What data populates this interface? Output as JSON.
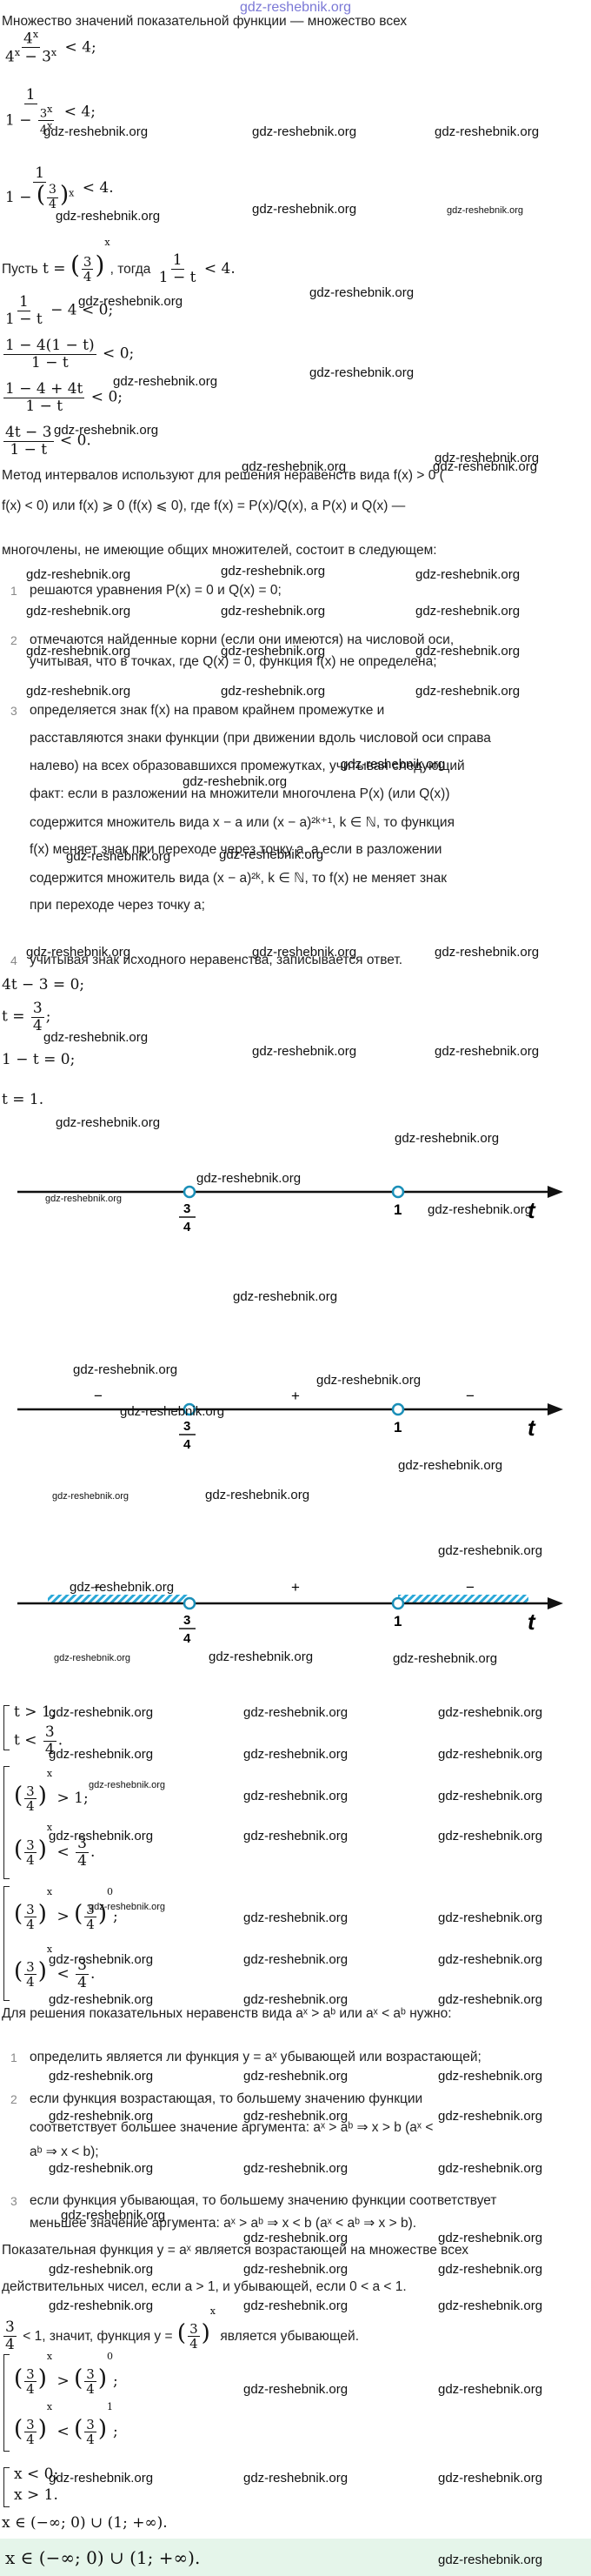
{
  "watermark": "gdz-reshebnik.org",
  "intro": "Множество значений показательной функции — множество всех",
  "l_pust": "Пусть",
  "l_togda": ", тогда",
  "method": {
    "line1": "Метод интервалов используют для решения неравенств вида f(x) > 0 (",
    "line2": "f(x) < 0) или f(x) ⩾ 0 (f(x) ⩽ 0), где f(x) = P(x)/Q(x), а P(x) и Q(x) —",
    "line3": "многочлены, не имеющие общих множителей, состоит в следующем:",
    "steps": [
      {
        "n": "1",
        "lines": [
          "решаются уравнения P(x) = 0 и Q(x) = 0;"
        ]
      },
      {
        "n": "2",
        "lines": [
          "отмечаются найденные корни (если они имеются) на числовой оси,",
          "учитывая, что в точках, где Q(x) = 0, функция f(x) не определена;"
        ]
      },
      {
        "n": "3",
        "lines": [
          "определяется знак f(x) на правом крайнем промежутке и",
          "расставляются знаки функции (при движении вдоль числовой оси справа",
          "налево) на всех образовавшихся промежутках, учитывая следующий",
          "факт: если в разложении на множители многочлена P(x) (или Q(x))",
          "содержится множитель вида x − a или (x − a)²ᵏ⁺¹, k ∈ ℕ, то функция",
          "f(x) меняет знак при переходе через точку a, а если в разложении",
          "содержится множитель вида (x − a)²ᵏ, k ∈ ℕ, то f(x) не меняет знак",
          "при переходе через точку a;"
        ]
      },
      {
        "n": "4",
        "lines": [
          "учитывая знак исходного неравенства, записывается ответ."
        ]
      }
    ]
  },
  "eq1": "4t − 3 = 0;",
  "eq2": "1 − t = 0;",
  "eq3": "t = 1.",
  "axis": {
    "p1_num": "3",
    "p1_den": "4",
    "p2": "1",
    "var": "t",
    "minus": "−",
    "plus": "+"
  },
  "expo": {
    "intro": "Для решения показательных неравенств вида aˣ > aᵇ или aˣ < aᵇ нужно:",
    "items": [
      {
        "n": "1",
        "lines": [
          "определить является ли функция y = aˣ убывающей или возрастающей;"
        ]
      },
      {
        "n": "2",
        "lines": [
          "если функция возрастающая, то большему значению функции",
          "соответствует большее значение аргумента: aˣ > aᵇ ⇒ x > b (aˣ <",
          "aᵇ ⇒ x < b);"
        ]
      },
      {
        "n": "3",
        "lines": [
          "если функция убывающая, то большему значению функции соответствует",
          "меньшее значение аргумента: aˣ > aᵇ ⇒ x < b (aˣ < aᵇ ⇒ x > b)."
        ]
      }
    ]
  },
  "mono1": "Показательная функция y = aˣ является возрастающей на множестве всех",
  "mono2": "действительных чисел, если a > 1, и убывающей, если 0 < a < 1.",
  "mono3a": "< 1, значит, функция y =",
  "mono3b": "является убывающей.",
  "final": "x ∈ (−∞; 0) ∪ (1; +∞).",
  "answer": "x ∈ (−∞; 0) ∪ (1; +∞).",
  "colors": {
    "accent": "#1a8fb8",
    "hatch": "#2aa8d8",
    "answer_bg": "#e5f5ea",
    "top_wm": "#7b79d6"
  }
}
